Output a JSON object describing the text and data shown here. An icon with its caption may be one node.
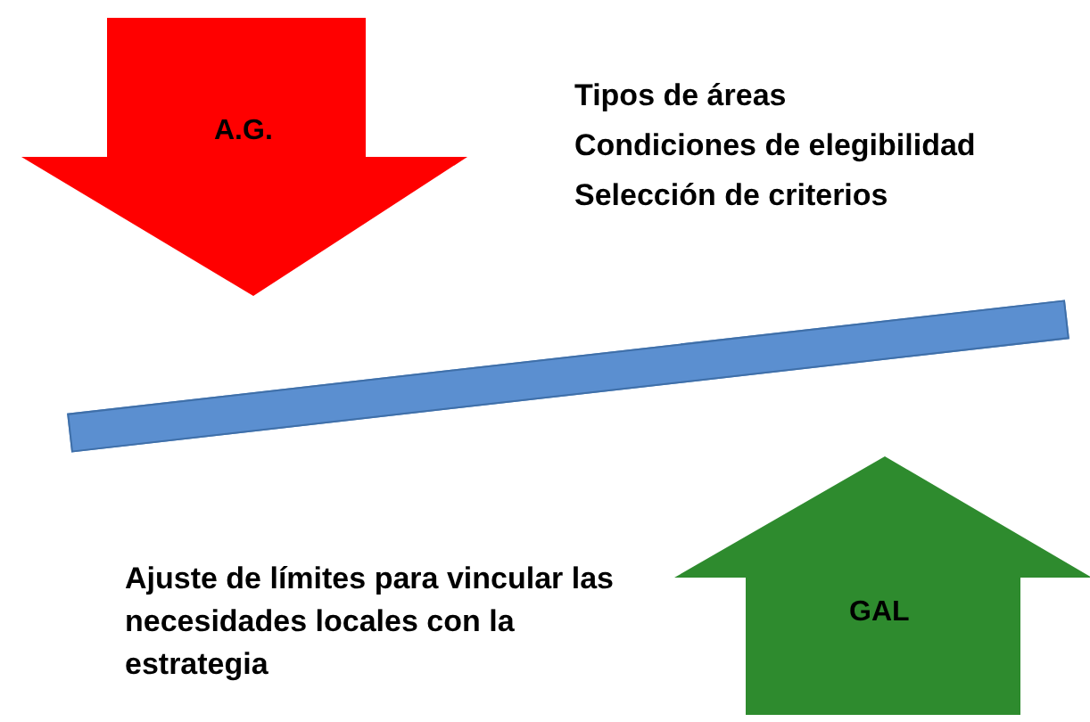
{
  "diagram": {
    "nodes": [
      {
        "text": [
          "A.G."
        ]
      },
      {
        "text": [],
        "shape": "bar"
      },
      {
        "text": [
          "GAL"
        ]
      }
    ],
    "labels": [
      "Tipos de áreas",
      "Condiciones de elegibilidad",
      "Selección de criterios",
      "Ajuste de límites para vincular las necesidades locales con la estrategia"
    ]
  }
}
